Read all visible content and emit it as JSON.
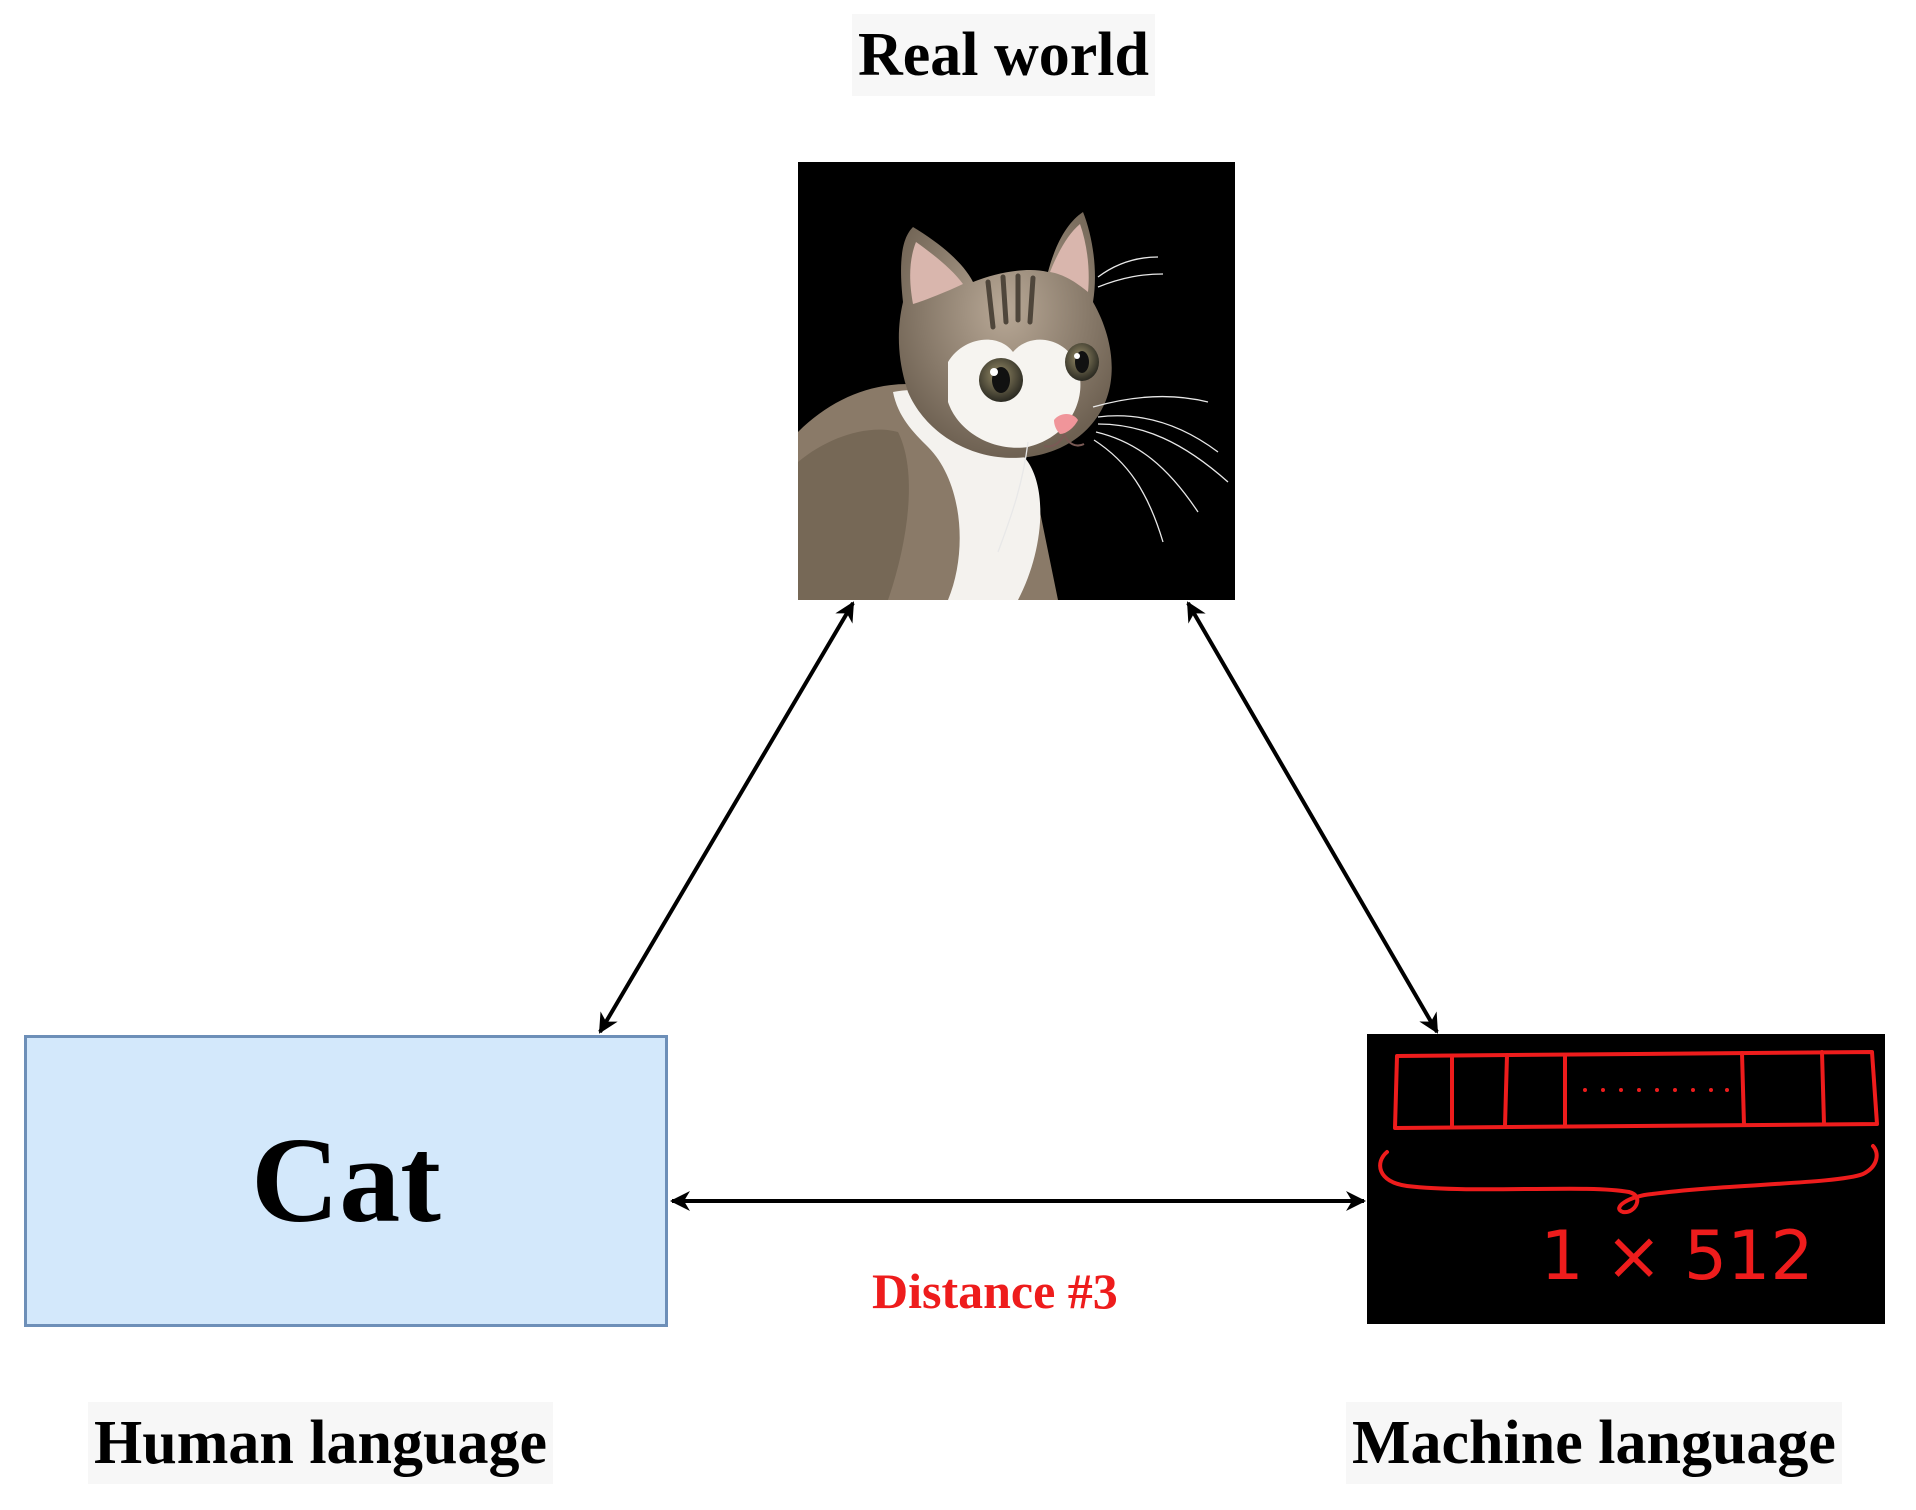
{
  "labels": {
    "real_world": "Real world",
    "human_language": "Human language",
    "machine_language": "Machine language"
  },
  "cat_box": {
    "word": "Cat"
  },
  "machine_panel": {
    "dimension": "1 × 512"
  },
  "distance": {
    "label": "Distance #3"
  },
  "colors": {
    "box_fill": "#d3e8fb",
    "box_border": "#6d8fb8",
    "vector_red": "#ee1c1c",
    "arrow": "#000000"
  },
  "icons": [
    "cat-photo",
    "vector-drawing",
    "double-arrow"
  ]
}
